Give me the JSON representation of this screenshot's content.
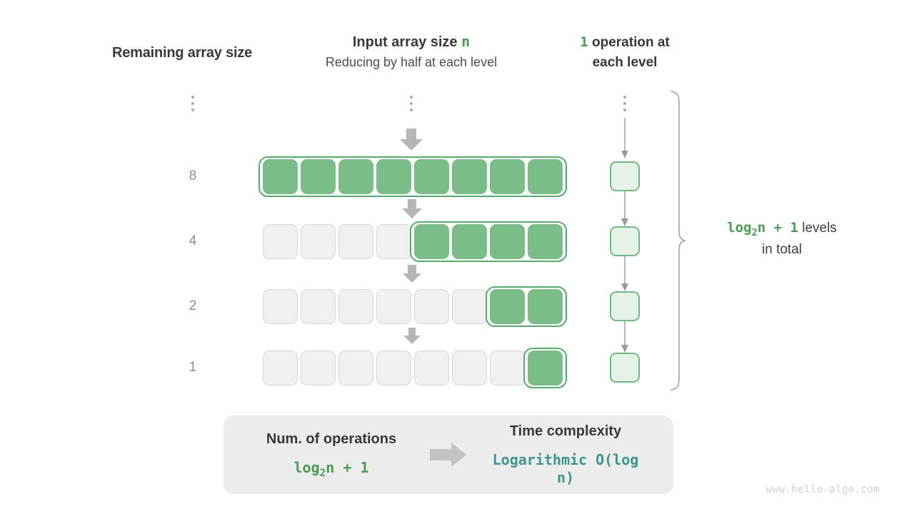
{
  "headers": {
    "left": "Remaining array size",
    "middle_title_prefix": "Input array size ",
    "middle_title_var": "n",
    "middle_subtitle": "Reducing by half at each level",
    "right_count": "1",
    "right_line1_rest": " operation at",
    "right_line2": "each level"
  },
  "ellipsis": {
    "dot_count": "3"
  },
  "rows": [
    {
      "size_label": "8",
      "total_cells": 8,
      "filled_from": 0,
      "filled_count": 8
    },
    {
      "size_label": "4",
      "total_cells": 8,
      "filled_from": 4,
      "filled_count": 4
    },
    {
      "size_label": "2",
      "total_cells": 8,
      "filled_from": 6,
      "filled_count": 2
    },
    {
      "size_label": "1",
      "total_cells": 8,
      "filled_from": 7,
      "filled_count": 1
    }
  ],
  "operations_column": {
    "box_count": 4,
    "box_label": ""
  },
  "right_note": {
    "formula_pre": "log",
    "formula_sub": "2",
    "formula_post": "n + 1",
    "text1": " levels",
    "text2": "in total"
  },
  "summary": {
    "left_title": "Num. of operations",
    "left_formula_pre": "log",
    "left_formula_sub": "2",
    "left_formula_post": "n + 1",
    "right_title": "Time complexity",
    "right_value": "Logarithmic  O(log n)",
    "arrow_icon": "arrow-right-icon"
  },
  "watermark": "www.hello-algo.com",
  "colors": {
    "fill_green": "#7bbd89",
    "border_green": "#5aa96c",
    "light_green_bg": "#e7f2e7",
    "accent_green_text": "#4a9c52",
    "teal": "#3d968c",
    "gray_arrow": "#b5b5b5",
    "empty_cell": "#f0f0f0",
    "panel_bg": "#ececec",
    "text_dark": "#36393b",
    "text_gray": "#8a8d8f"
  }
}
